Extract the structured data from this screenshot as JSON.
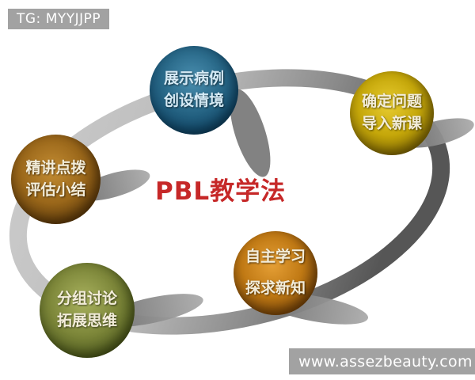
{
  "watermarks": {
    "top": "TG: MYYJJPP",
    "bottom": "www.assezbeauty.com",
    "badge_bg": "#a2a2a2",
    "text_color": "#ffffff"
  },
  "title": {
    "text": "PBL教学法",
    "color": "#c62828"
  },
  "cycle": {
    "ring_light_color": "#cdcdcd",
    "ring_dark_color": "#585858",
    "shadow_color": "#7a7a7a",
    "nodes": [
      {
        "id": "present-case",
        "line1": "展示病例",
        "line2": "创设情境",
        "color": "#2a6a8a",
        "position": "top"
      },
      {
        "id": "define-problem",
        "line1": "确定问题",
        "line2": "导入新课",
        "color": "#c5a70a",
        "position": "right"
      },
      {
        "id": "self-study",
        "line1": "自主学习",
        "line2": "探求新知",
        "color": "#c07914",
        "position": "bottom-right"
      },
      {
        "id": "group-discussion",
        "line1": "分组讨论",
        "line2": "拓展思维",
        "color": "#7c8639",
        "position": "bottom-left"
      },
      {
        "id": "lecture-evaluate",
        "line1": "精讲点拨",
        "line2": "评估小结",
        "color": "#9a671a",
        "position": "left"
      }
    ]
  }
}
